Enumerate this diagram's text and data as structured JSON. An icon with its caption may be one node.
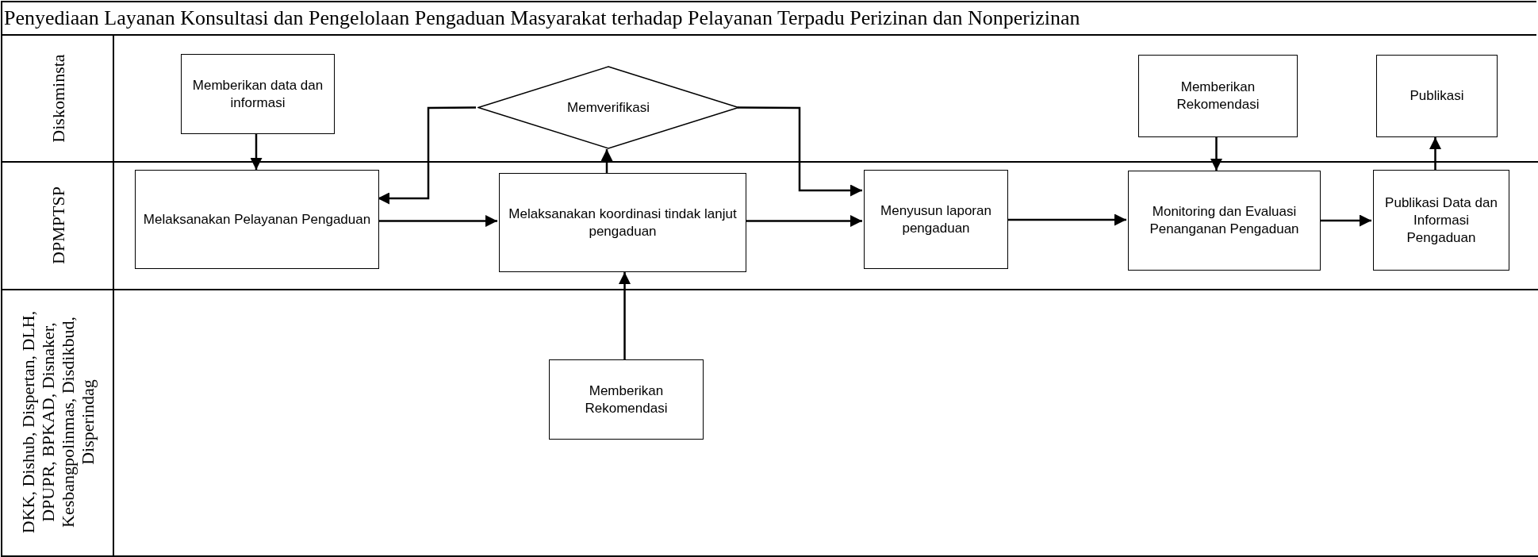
{
  "diagram": {
    "title": "Penyediaan Layanan Konsultasi dan Pengelolaan Pengaduan Masyarakat terhadap Pelayanan Terpadu Perizinan dan Nonperizinan",
    "nodes": [
      {
        "text": [
          "Diskominsta"
        ]
      },
      {
        "text": [
          "DPMPTSP"
        ]
      },
      {
        "text": [
          "DKK, Dishub, Dispertan, DLH, DPUPR, BPKAD, Disnaker, Kesbangpolinmas, Disdikbud, Disperindag"
        ]
      },
      {
        "text": [
          "Memberikan data dan informasi"
        ],
        "in": 0
      },
      {
        "text": [
          "Memverifikasi"
        ],
        "in": 0
      },
      {
        "text": [
          "Memberikan Rekomendasi"
        ],
        "in": 0
      },
      {
        "text": [
          "Publikasi"
        ],
        "in": 0
      },
      {
        "text": [
          "Melaksanakan Pelayanan Pengaduan"
        ],
        "in": 1
      },
      {
        "text": [
          "Melaksanakan koordinasi tindak lanjut pengaduan"
        ],
        "in": 1
      },
      {
        "text": [
          "Menyusun laporan pengaduan"
        ],
        "in": 1
      },
      {
        "text": [
          "Monitoring dan Evaluasi Penanganan Pengaduan"
        ],
        "in": 1
      },
      {
        "text": [
          "Publikasi Data dan Informasi Pengaduan"
        ],
        "in": 1
      },
      {
        "text": [
          "Memberikan Rekomendasi"
        ],
        "in": 2
      }
    ],
    "edges": [
      {
        "from": 3,
        "to": 7,
        "arrow": "to"
      },
      {
        "from": 7,
        "to": 8,
        "arrow": "to"
      },
      {
        "from": 8,
        "to": 4,
        "arrow": "to"
      },
      {
        "from": 4,
        "to": 7,
        "arrow": "to"
      },
      {
        "from": 4,
        "to": 9,
        "arrow": "to"
      },
      {
        "from": 8,
        "to": 9,
        "arrow": "to"
      },
      {
        "from": 12,
        "to": 8,
        "arrow": "to"
      },
      {
        "from": 9,
        "to": 10,
        "arrow": "to"
      },
      {
        "from": 5,
        "to": 10,
        "arrow": "to"
      },
      {
        "from": 10,
        "to": 11,
        "arrow": "to"
      },
      {
        "from": 11,
        "to": 6,
        "arrow": "to"
      }
    ]
  }
}
